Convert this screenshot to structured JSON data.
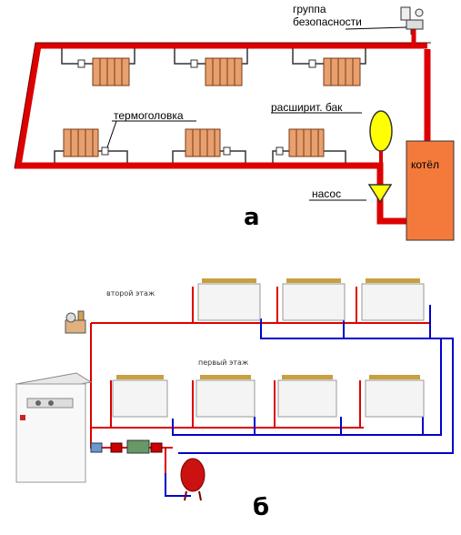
{
  "diagram_a": {
    "safety_group_label_line1": "группа",
    "safety_group_label_line2": "безопасности",
    "thermohead_label": "термоголовка",
    "expansion_tank_label": "расширит. бак",
    "pump_label": "насос",
    "boiler_label": "котёл",
    "caption": "а"
  },
  "diagram_b": {
    "second_floor_label": "второй этаж",
    "first_floor_label": "первый этаж",
    "caption": "б"
  },
  "colors": {
    "supply_pipe": "#dd0000",
    "return_pipe": "#0000cc",
    "boiler_fill": "#f47a3c",
    "tank_fill": "#ffff00",
    "radiator_fill": "#e8a070"
  }
}
